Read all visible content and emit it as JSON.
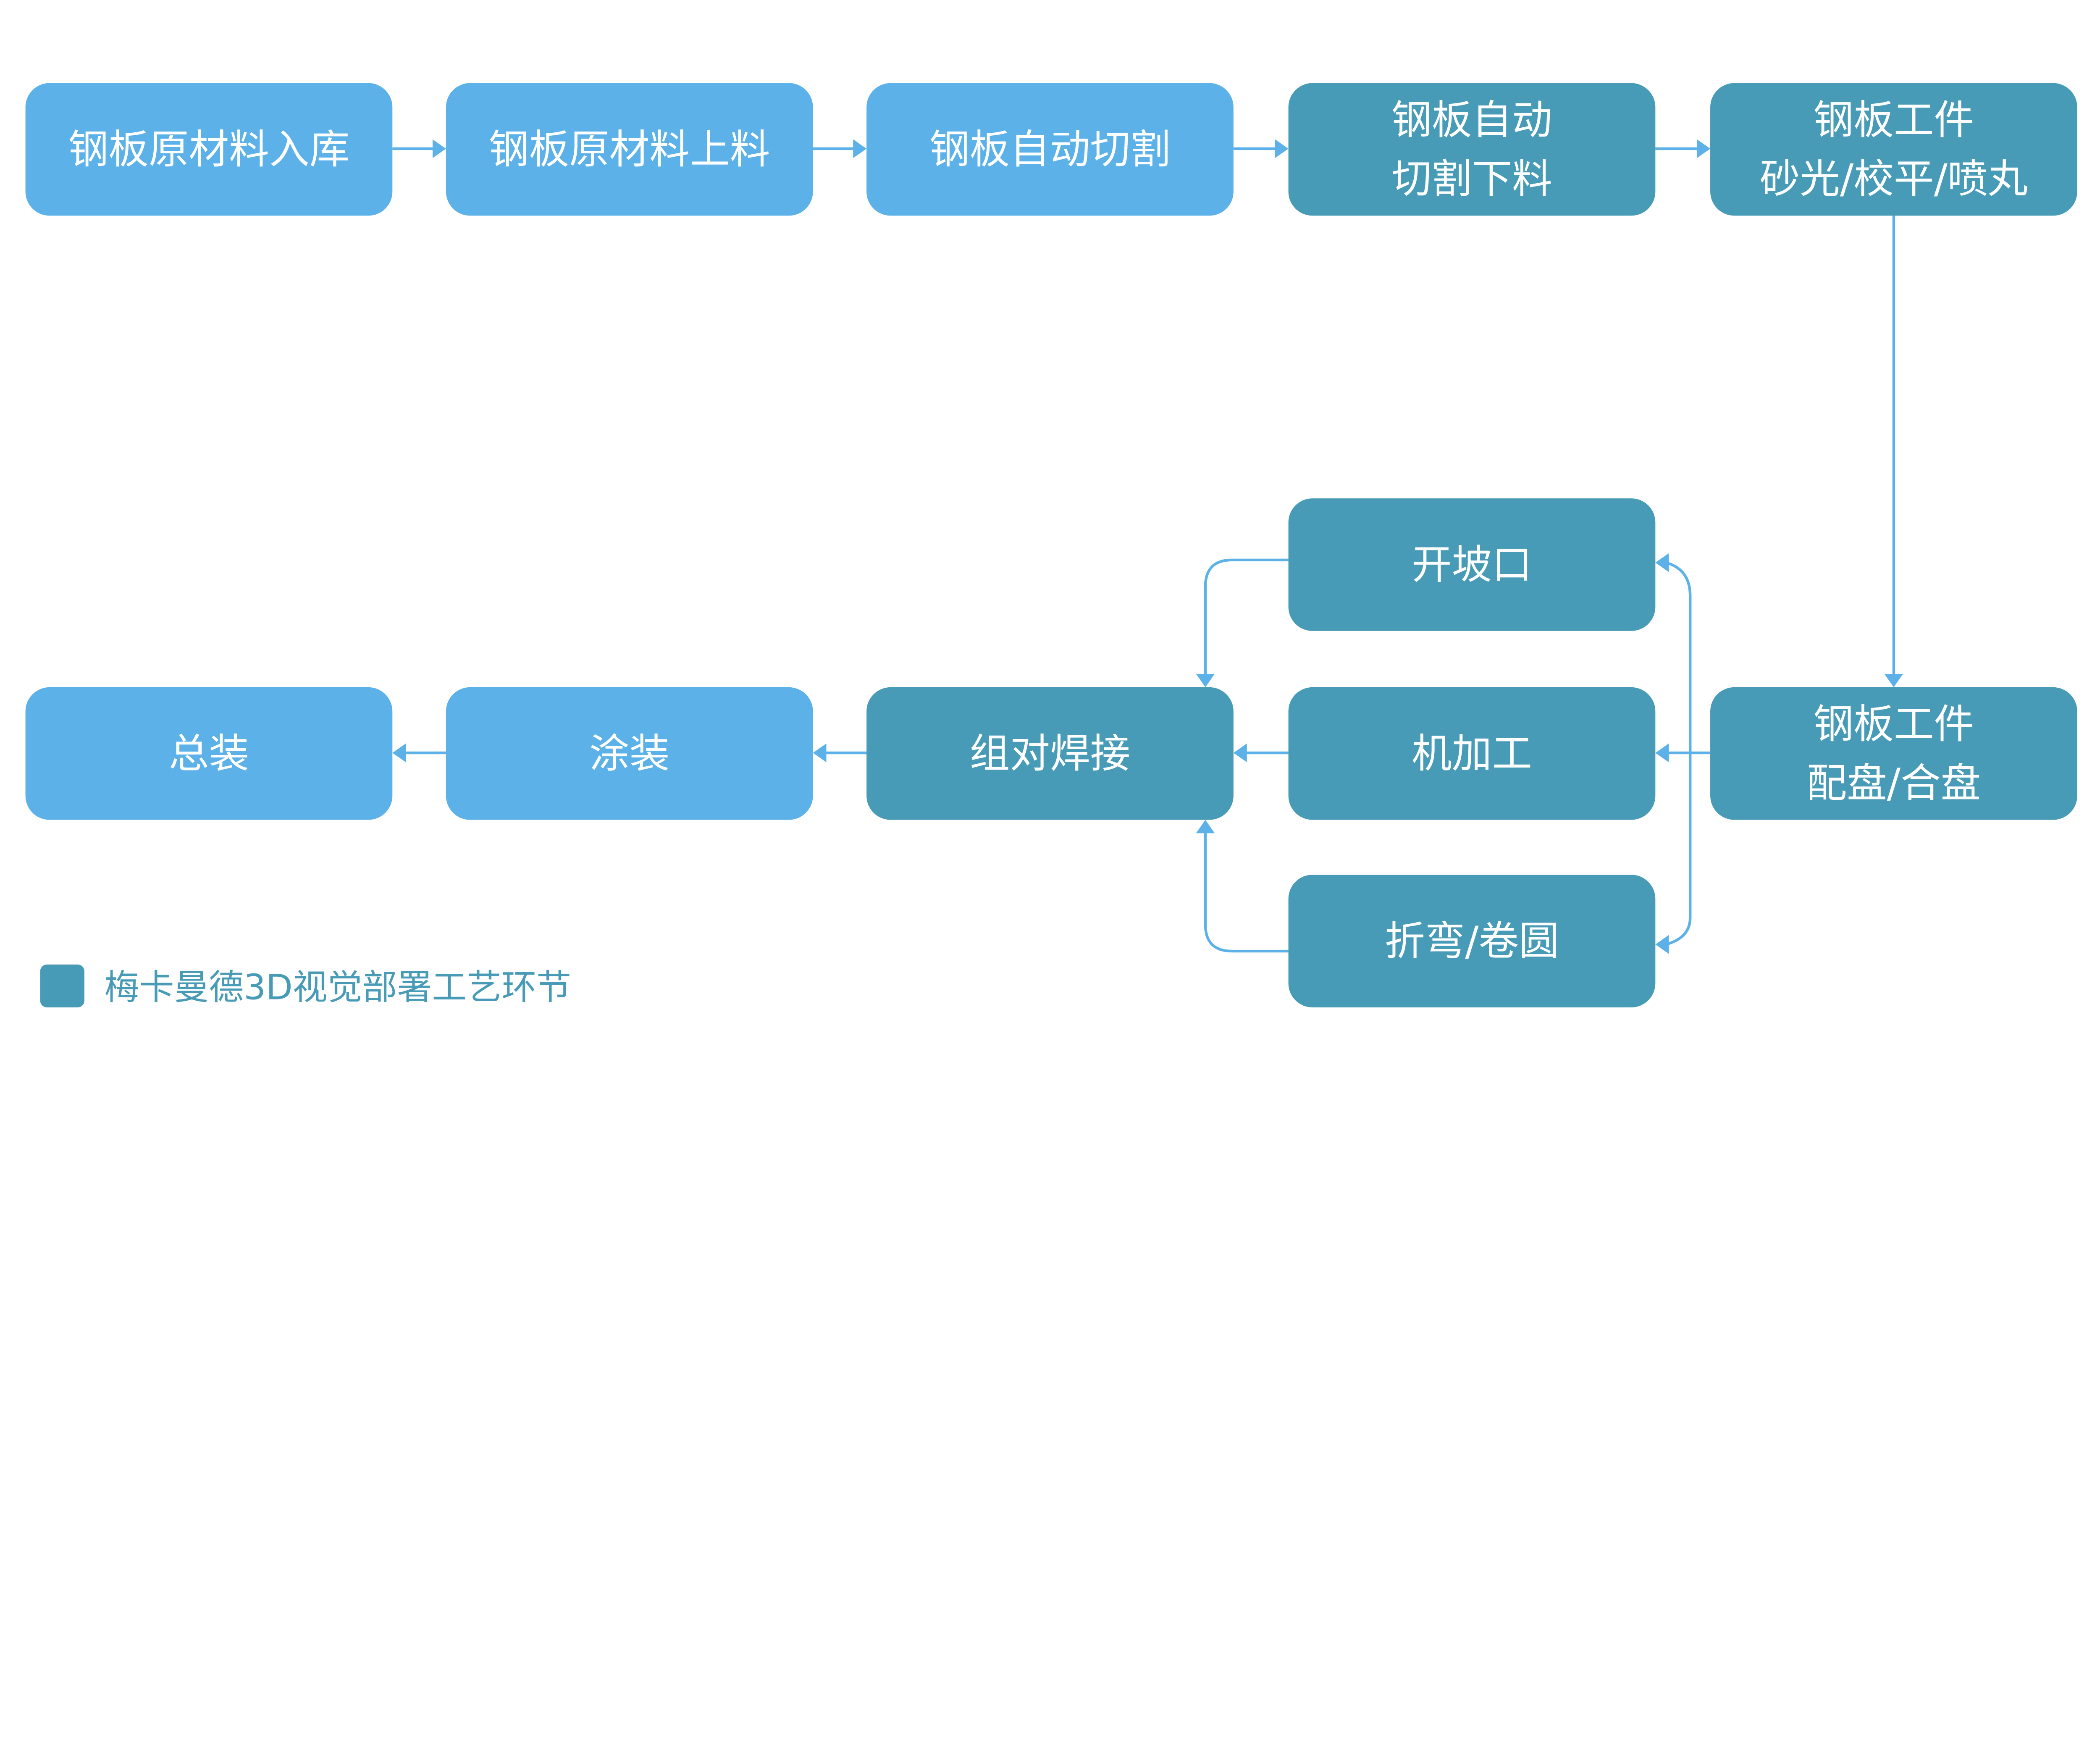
{
  "colors": {
    "light_step": "#5BB1E8",
    "vision_step": "#489BB6",
    "connector": "#5BB1E8"
  },
  "nodes": [
    {
      "id": "n1",
      "lines": [
        "钢板原材料入库"
      ],
      "kind": "light"
    },
    {
      "id": "n2",
      "lines": [
        "钢板原材料上料"
      ],
      "kind": "light"
    },
    {
      "id": "n3",
      "lines": [
        "钢板自动切割"
      ],
      "kind": "light"
    },
    {
      "id": "n4",
      "lines": [
        "钢板自动",
        "切割下料"
      ],
      "kind": "vision"
    },
    {
      "id": "n5",
      "lines": [
        "钢板工件",
        "砂光/校平/喷丸"
      ],
      "kind": "vision"
    },
    {
      "id": "n6",
      "lines": [
        "钢板工件",
        "配盘/合盘"
      ],
      "kind": "vision"
    },
    {
      "id": "n7",
      "lines": [
        "开坡口"
      ],
      "kind": "vision"
    },
    {
      "id": "n8",
      "lines": [
        "机加工"
      ],
      "kind": "vision"
    },
    {
      "id": "n9",
      "lines": [
        "折弯/卷圆"
      ],
      "kind": "vision"
    },
    {
      "id": "n10",
      "lines": [
        "组对焊接"
      ],
      "kind": "vision"
    },
    {
      "id": "n11",
      "lines": [
        "涂装"
      ],
      "kind": "light"
    },
    {
      "id": "n12",
      "lines": [
        "总装"
      ],
      "kind": "light"
    }
  ],
  "edges": [
    [
      "n1",
      "n2"
    ],
    [
      "n2",
      "n3"
    ],
    [
      "n3",
      "n4"
    ],
    [
      "n4",
      "n5"
    ],
    [
      "n5",
      "n6"
    ],
    [
      "n6",
      "n7"
    ],
    [
      "n6",
      "n8"
    ],
    [
      "n6",
      "n9"
    ],
    [
      "n7",
      "n10"
    ],
    [
      "n8",
      "n10"
    ],
    [
      "n9",
      "n10"
    ],
    [
      "n10",
      "n11"
    ],
    [
      "n11",
      "n12"
    ]
  ],
  "legend": {
    "label": "梅卡曼德3D视觉部署工艺环节"
  }
}
